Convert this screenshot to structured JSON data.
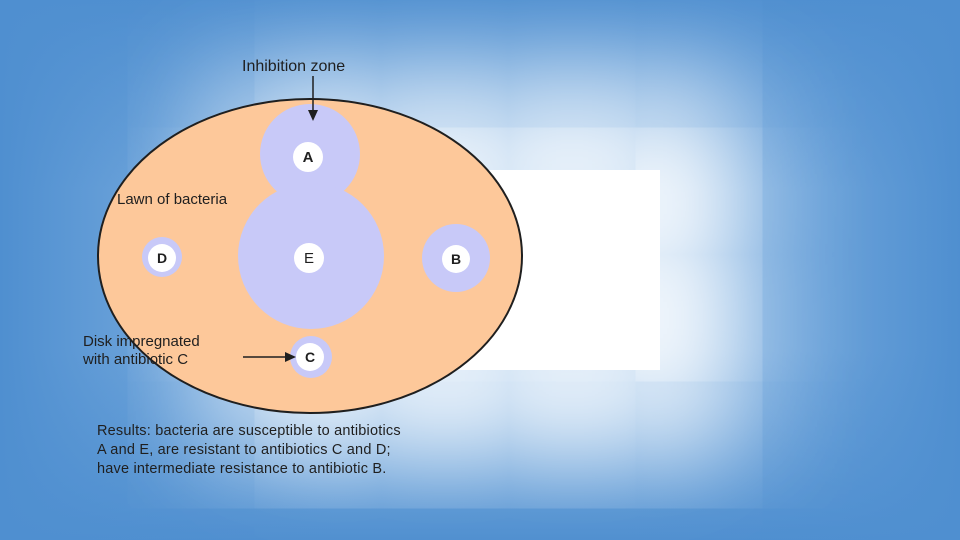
{
  "diagram": {
    "labels": {
      "inhibition_zone": "Inhibition zone",
      "lawn": "Lawn of bacteria",
      "disk_line1": "Disk impregnated",
      "disk_line2": "with antibiotic C"
    },
    "disks": {
      "a": "A",
      "b": "B",
      "c": "C",
      "d": "D",
      "e": "E"
    },
    "results": {
      "line1": "Results: bacteria are susceptible to antibiotics",
      "line2": "A and E, are resistant to antibiotics C and D;",
      "line3": "have intermediate resistance to antibiotic B."
    }
  },
  "colors": {
    "frame_blue": "#4f8fd0",
    "plate": "#fdc89a",
    "zone": "#c8c9f8",
    "disk": "#ffffff"
  }
}
